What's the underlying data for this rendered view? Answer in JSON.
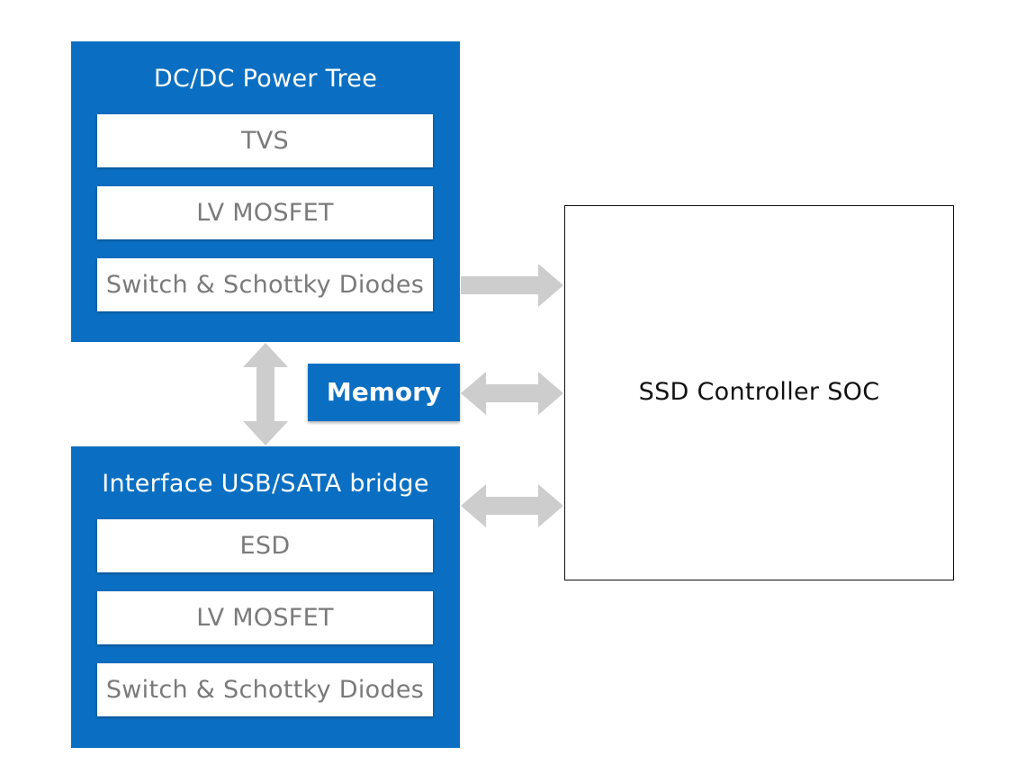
{
  "power_tree": {
    "title": "DC/DC Power Tree",
    "items": [
      "TVS",
      "LV MOSFET",
      "Switch & Schottky Diodes"
    ]
  },
  "interface": {
    "title": "Interface USB/SATA bridge",
    "items": [
      "ESD",
      "LV MOSFET",
      "Switch & Schottky Diodes"
    ]
  },
  "memory": {
    "label": "Memory"
  },
  "controller": {
    "label": "SSD Controller SOC"
  },
  "colors": {
    "block_blue": "#0a6fc2",
    "arrow_gray": "#cdcdcd",
    "item_text_gray": "#7a7a7a"
  }
}
